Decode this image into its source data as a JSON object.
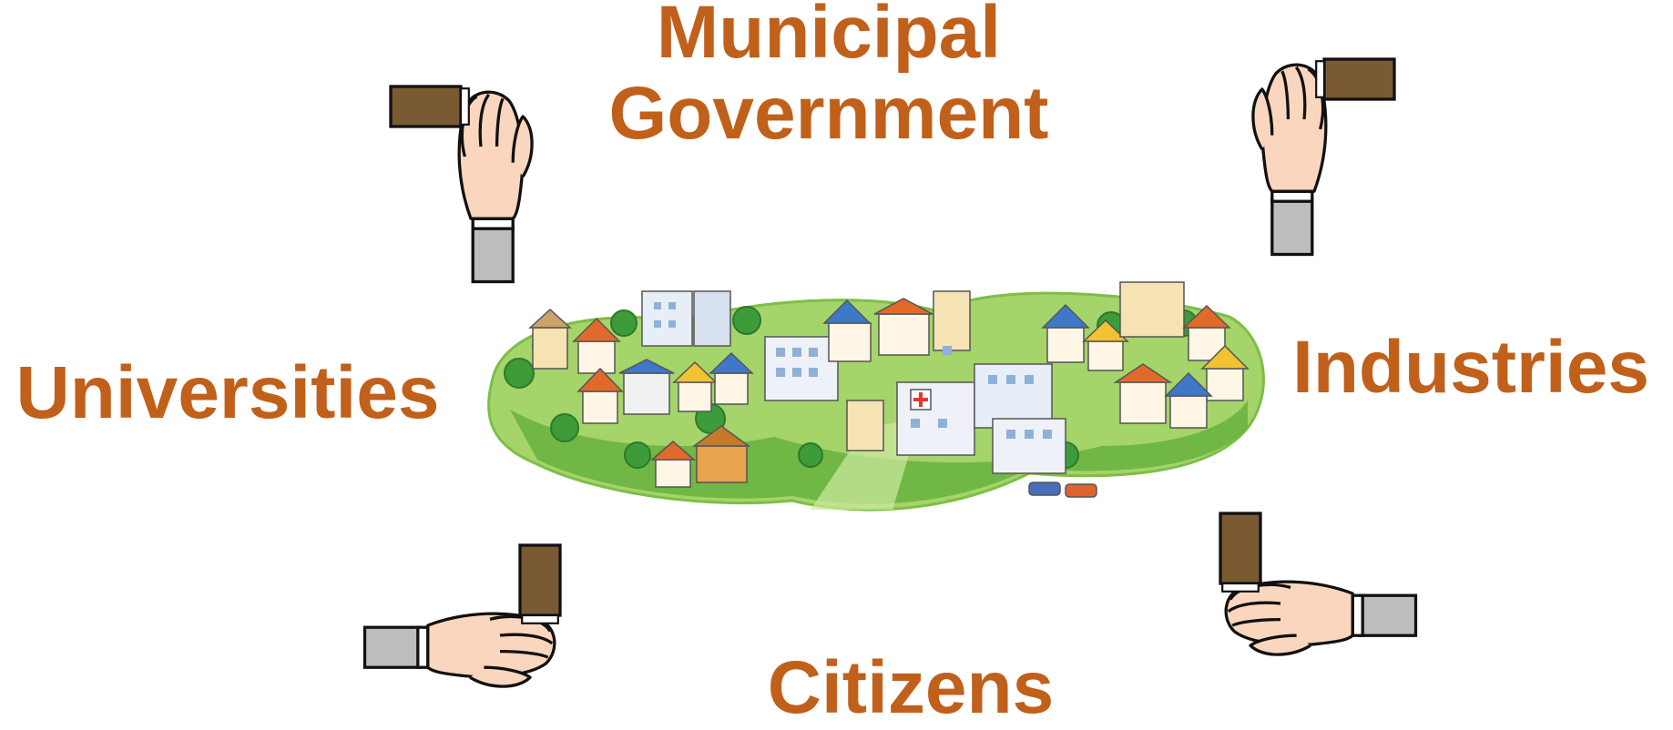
{
  "diagram": {
    "stakeholders": {
      "government": "Municipal Government",
      "universities": "Universities",
      "industries": "Industries",
      "citizens": "Citizens"
    },
    "colors": {
      "label_text": "#C0601A",
      "skin": "#FBD6BE",
      "outline": "#111111",
      "cuff_brown": "#7A5A33",
      "cuff_grey": "#BDBDBD",
      "grass_light": "#A5D46A",
      "grass_dark": "#5FAE3A",
      "tree": "#3E9B3A"
    },
    "icons": {
      "hands": "handshake-icon",
      "center": "town-illustration"
    }
  }
}
